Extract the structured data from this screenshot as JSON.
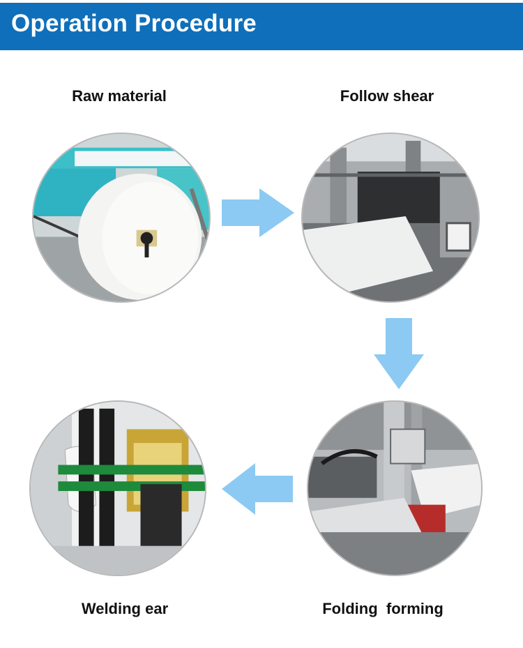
{
  "header": {
    "title": "Operation Procedure"
  },
  "colors": {
    "header_bg": "#0f6fba",
    "arrow": "#8ccaf3"
  },
  "steps": [
    {
      "label": "Raw material"
    },
    {
      "label": "Follow shear"
    },
    {
      "label": "Folding  forming"
    },
    {
      "label": "Welding ear"
    }
  ]
}
